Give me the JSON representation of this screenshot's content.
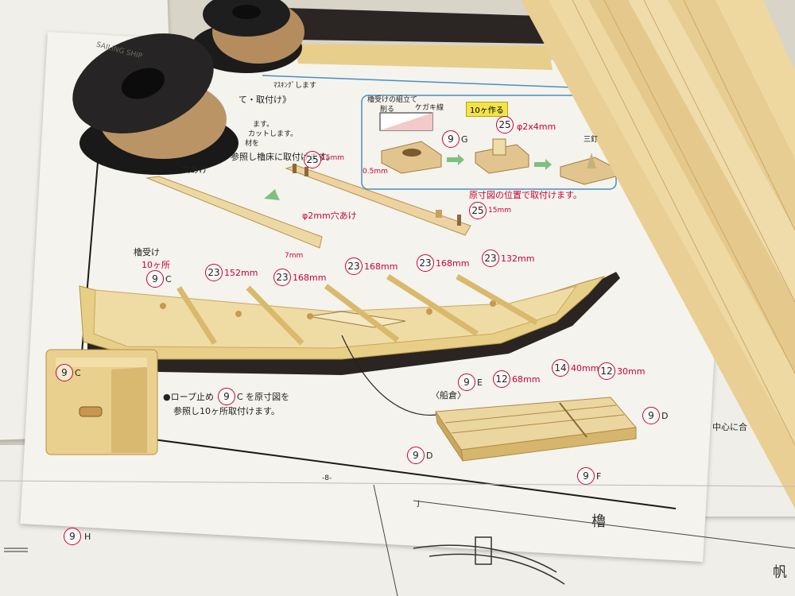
{
  "sheet_top_text": "ﾏｽｷﾝｸﾞします",
  "section_heading": "て・取付け》",
  "side_notes": [
    "ます。",
    "カットします。",
    "材を",
    "参照し櫓床に取付けます。",
    "穴あけ"
  ],
  "oar_rest_box": {
    "title": "櫓受けの組立て",
    "cut_label": "削る",
    "line_label": "ケガキ線",
    "count_badge": "10ヶ作る",
    "part_g": "9",
    "part_g_suffix": "G",
    "part_25": "25",
    "part_25_size": "φ2x4mm",
    "nail_label": "三釘",
    "dim_05": "0.5mm"
  },
  "attach_note": "原寸図の位置で取付けます。",
  "part_25_top": {
    "num": "25",
    "size": "15mm"
  },
  "part_25_bottom": {
    "num": "25",
    "size": "15mm"
  },
  "drill_note": "φ2mm穴あけ",
  "drill_dim": "7mm",
  "hull_labels": {
    "oar_rest": "櫓受け",
    "count10": "10ヶ所",
    "part_9c": "9",
    "part_9c_suffix": "C"
  },
  "beams": [
    {
      "num": "23",
      "size": "152mm"
    },
    {
      "num": "23",
      "size": "168mm"
    },
    {
      "num": "23",
      "size": "168mm"
    },
    {
      "num": "23",
      "size": "168mm"
    },
    {
      "num": "23",
      "size": "132mm"
    }
  ],
  "detail_label": {
    "num": "9",
    "suffix": "C"
  },
  "rope_note_line1": "●ロープ止め",
  "rope_note_part": "9",
  "rope_note_mid": "C を原寸図を",
  "rope_note_line2": "参照し10ヶ所取付けます。",
  "hold": {
    "title": "〈船倉〉",
    "part_9e": "9",
    "part_9e_suffix": "E",
    "part_12a": "12",
    "part_12a_size": "68mm",
    "part_14": "14",
    "part_14_size": "40mm",
    "part_12b": "12",
    "part_12b_size": "30mm",
    "part_9d_right": "9",
    "part_9d_right_suffix": "D",
    "part_9d_left": "9",
    "part_9d_left_suffix": "D",
    "part_9f": "9",
    "part_9f_suffix": "F"
  },
  "page_number": "-8-",
  "right_sheet_text": "中心に合",
  "bottom_left_part": {
    "num": "9",
    "suffix": "H"
  },
  "bottom_kanji_1": "櫓",
  "bottom_kanji_2": "帆",
  "bottom_letter": "J",
  "spool_text": "SAILING SHIP",
  "colors": {
    "paper": "#f4f3ee",
    "wood": "#e9d08a",
    "wood_dark": "#c9a85a",
    "hull_black": "#2a2422",
    "accent_red": "#cc0033",
    "accent_blue": "#4a8fc0"
  }
}
